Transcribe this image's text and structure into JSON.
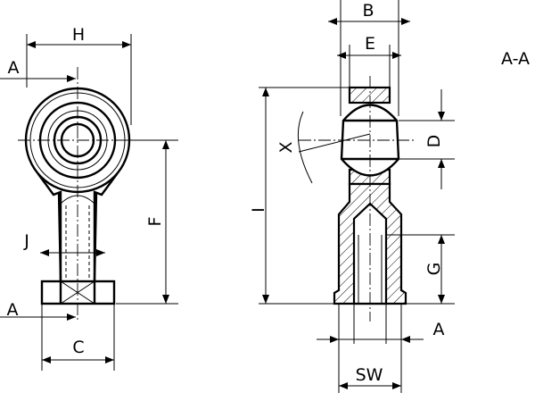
{
  "labels": {
    "H": "H",
    "A_top_left": "A",
    "J": "J",
    "A_bottom_left": "A",
    "C": "C",
    "F": "F",
    "B": "B",
    "E": "E",
    "X": "X",
    "D": "D",
    "I": "I",
    "G": "G",
    "A_right": "A",
    "SW": "SW",
    "section": "A-A"
  },
  "colors": {
    "line": "#000000",
    "background": "#ffffff"
  }
}
